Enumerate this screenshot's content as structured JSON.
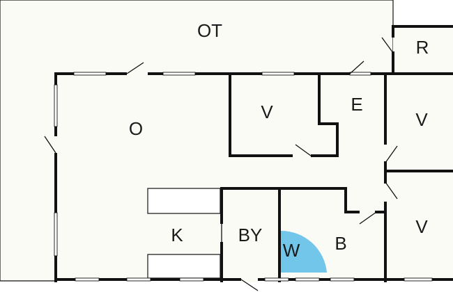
{
  "colors": {
    "background": "#ffffff",
    "floor": "#fbfbf6",
    "wall": "#111111",
    "wet_area": "#71c6ea"
  },
  "rooms": {
    "ot": "OT",
    "r": "R",
    "o": "O",
    "v1": "V",
    "e": "E",
    "v2": "V",
    "k": "K",
    "by": "BY",
    "w": "W",
    "b": "B",
    "v3": "V"
  }
}
